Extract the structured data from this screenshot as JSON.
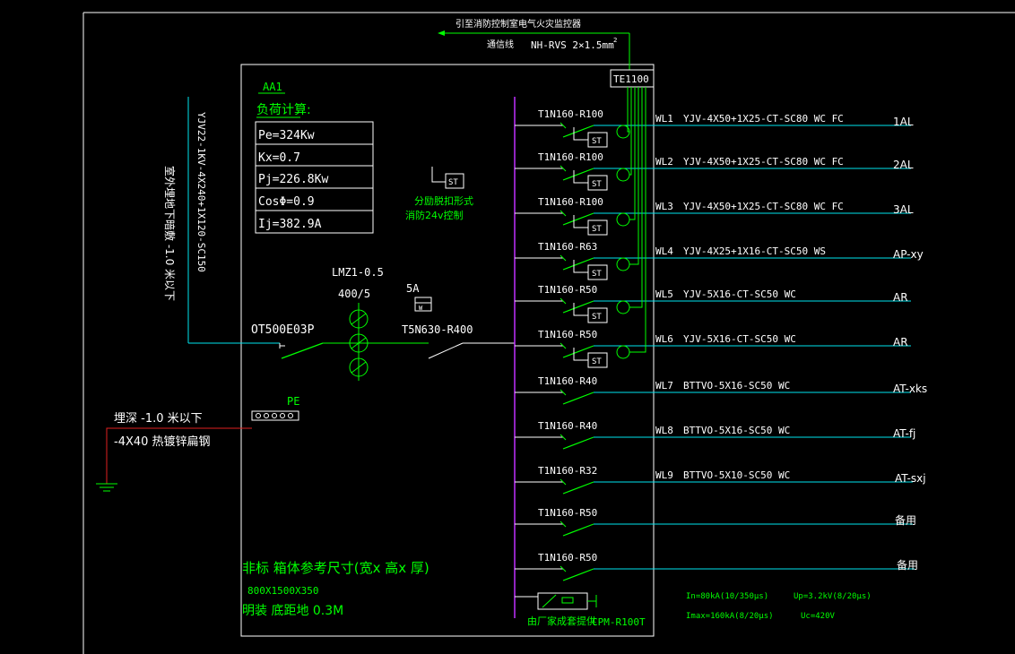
{
  "header": {
    "fire_link_label": "引至消防控制室电气火灾监控器",
    "comm_label": "通信线",
    "comm_cable": "NH-RVS  2×1.5mm",
    "comm_cable_sup": "2",
    "monitor_label": "TE1100"
  },
  "panel": {
    "name": "AA1",
    "load_title": "负荷计算:",
    "load_rows": [
      "Pe=324Kw",
      "Kx=0.7",
      "Pj=226.8Kw",
      "CosΦ=0.9",
      "Ij=382.9A"
    ],
    "st_note_line1": "分励脱扣形式",
    "st_note_line2": "消防24v控制",
    "st_label": "ST",
    "ct_label": "LMZ1-0.5",
    "ct_ratio": "400/5",
    "isolator": "OT500E03P",
    "main_breaker": "T5N630-R400",
    "fuse_label": "5A",
    "pe_label": "PE",
    "spd_label": "由厂家成套提供",
    "spd_model": "CPM-R100T",
    "spd_in": "In=80kA(10/350μs)",
    "spd_imax": "Imax=160kA(8/20μs)",
    "spd_up": "Up=3.2kV(8/20μs)",
    "spd_uc": "Uc=420V"
  },
  "incoming": {
    "cable": "YJV22-1KV-4X240+1X120-SC150",
    "note": "室外埋地下暗敷   -1.0  米以下"
  },
  "earthing": {
    "line1": "埋深 -1.0   米以下",
    "line2": "-4X40   热镀锌扁钢"
  },
  "footer": {
    "line1": "非标   箱体参考尺寸(宽x 高x 厚)",
    "size": "800X1500X350",
    "line3": "明装   底距地   0.3M"
  },
  "circuits": [
    {
      "breaker": "T1N160-R100",
      "wl": "WL1",
      "cable": "YJV-4X50+1X25-CT-SC80 WC FC",
      "dest": "1AL",
      "st": true
    },
    {
      "breaker": "T1N160-R100",
      "wl": "WL2",
      "cable": "YJV-4X50+1X25-CT-SC80 WC FC",
      "dest": "2AL",
      "st": true
    },
    {
      "breaker": "T1N160-R100",
      "wl": "WL3",
      "cable": "YJV-4X50+1X25-CT-SC80 WC FC",
      "dest": "3AL",
      "st": true
    },
    {
      "breaker": "T1N160-R63",
      "wl": "WL4",
      "cable": "YJV-4X25+1X16-CT-SC50 WS",
      "dest": "AP-xy",
      "st": true
    },
    {
      "breaker": "T1N160-R50",
      "wl": "WL5",
      "cable": "YJV-5X16-CT-SC50 WC",
      "dest": "AR",
      "st": true
    },
    {
      "breaker": "T1N160-R50",
      "wl": "WL6",
      "cable": "YJV-5X16-CT-SC50 WC",
      "dest": "AR",
      "st": true
    },
    {
      "breaker": "T1N160-R40",
      "wl": "WL7",
      "cable": "BTTVO-5X16-SC50 WC",
      "dest": "AT-xks",
      "st": false
    },
    {
      "breaker": "T1N160-R40",
      "wl": "WL8",
      "cable": "BTTVO-5X16-SC50 WC",
      "dest": "AT-fj",
      "st": false
    },
    {
      "breaker": "T1N160-R32",
      "wl": "WL9",
      "cable": "BTTVO-5X10-SC50 WC",
      "dest": "AT-sxj",
      "st": false
    },
    {
      "breaker": "T1N160-R50",
      "wl": "",
      "cable": "",
      "dest": "备用",
      "st": false
    },
    {
      "breaker": "T1N160-R50",
      "wl": "",
      "cable": "",
      "dest": "备用",
      "st": false
    }
  ],
  "colors": {
    "background": "#000000",
    "outline": "#ffffff",
    "component": "#00ff00",
    "cable": "#00e5ee",
    "busbar": "#c030ff",
    "earth": "#e02020"
  }
}
